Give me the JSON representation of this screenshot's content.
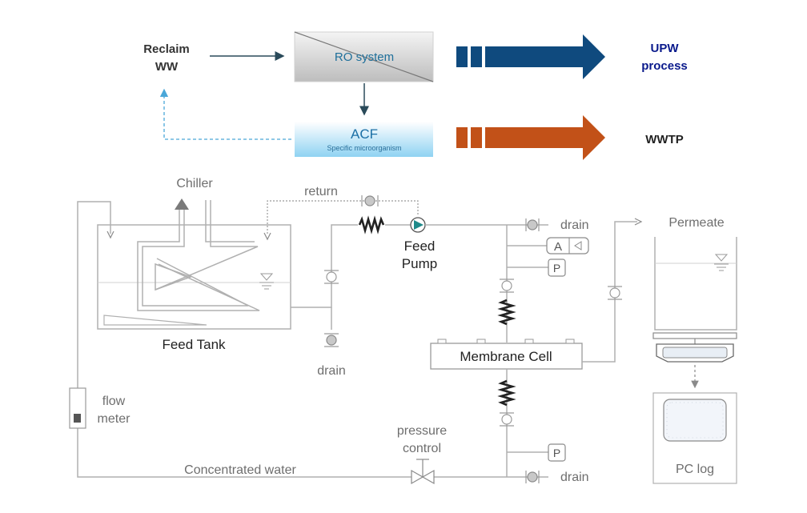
{
  "top_flow": {
    "reclaim_line1": "Reclaim",
    "reclaim_line2": "WW",
    "ro_label": "RO  system",
    "acf_label": "ACF",
    "acf_sub": "Specific microorganism",
    "upw_line1": "UPW",
    "upw_line2": "process",
    "wwtp": "WWTP"
  },
  "schematic": {
    "chiller": "Chiller",
    "return": "return",
    "feed_tank": "Feed Tank",
    "drain_tank": "drain",
    "feed_pump_line1": "Feed",
    "feed_pump_line2": "Pump",
    "drain_top": "drain",
    "analyzer": "A",
    "pressure_gauge": "P",
    "membrane_cell": "Membrane Cell",
    "flow_meter_line1": "flow",
    "flow_meter_line2": "meter",
    "pressure_control_line1": "pressure",
    "pressure_control_line2": "control",
    "concentrated_water": "Concentrated water",
    "drain_bottom": "drain",
    "permeate": "Permeate",
    "pc_log": "PC log"
  },
  "colors": {
    "upw_arrow": "#0f4a7e",
    "wwtp_arrow": "#c25118",
    "upw_text": "#0a1a8c",
    "ro_text": "#1e6f9a",
    "acf_text": "#1b6fa5",
    "pump": "#1f8a8a"
  }
}
